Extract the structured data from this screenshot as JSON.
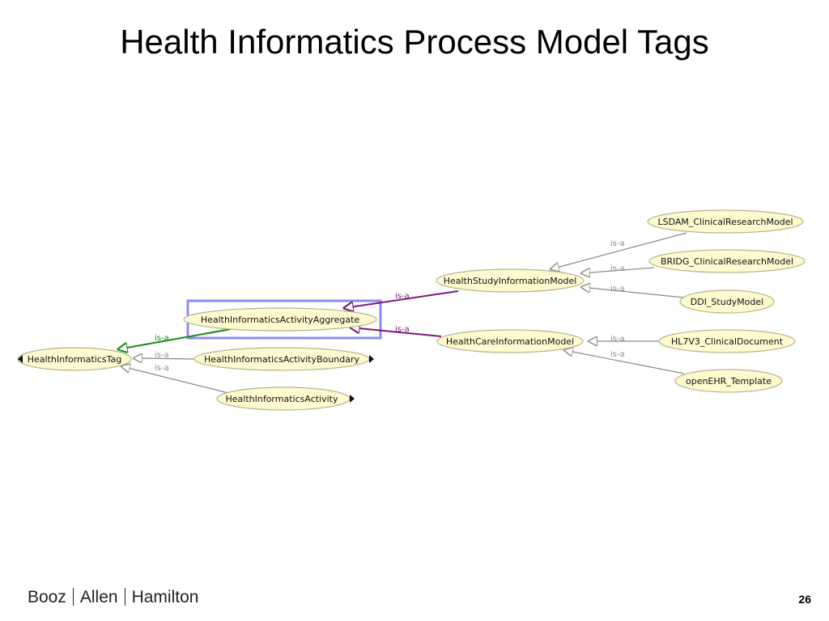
{
  "title": "Health Informatics Process Model Tags",
  "nodes": {
    "tag": "HealthInformaticsTag",
    "aggregate": "HealthInformaticsActivityAggregate",
    "boundary": "HealthInformaticsActivityBoundary",
    "activity": "HealthInformaticsActivity",
    "study": "HealthStudyInformationModel",
    "care": "HealthCareInformationModel",
    "lsdam": "LSDAM_ClinicalResearchModel",
    "bridg": "BRIDG_ClinicalResearchModel",
    "ddi": "DDI_StudyModel",
    "hl7": "HL7V3_ClinicalDocument",
    "openehr": "openEHR_Template"
  },
  "edge_label": "is-a",
  "colors": {
    "node_fill": "#fdfacf",
    "node_stroke": "#b9b48d",
    "edge_green": "#1a8a1a",
    "edge_purple": "#7a1a7a",
    "edge_gray": "#8a8a8a",
    "highlight": "#8c8cf0"
  },
  "footer": {
    "logo_parts": [
      "Booz",
      "Allen",
      "Hamilton"
    ],
    "page_number": "26"
  }
}
